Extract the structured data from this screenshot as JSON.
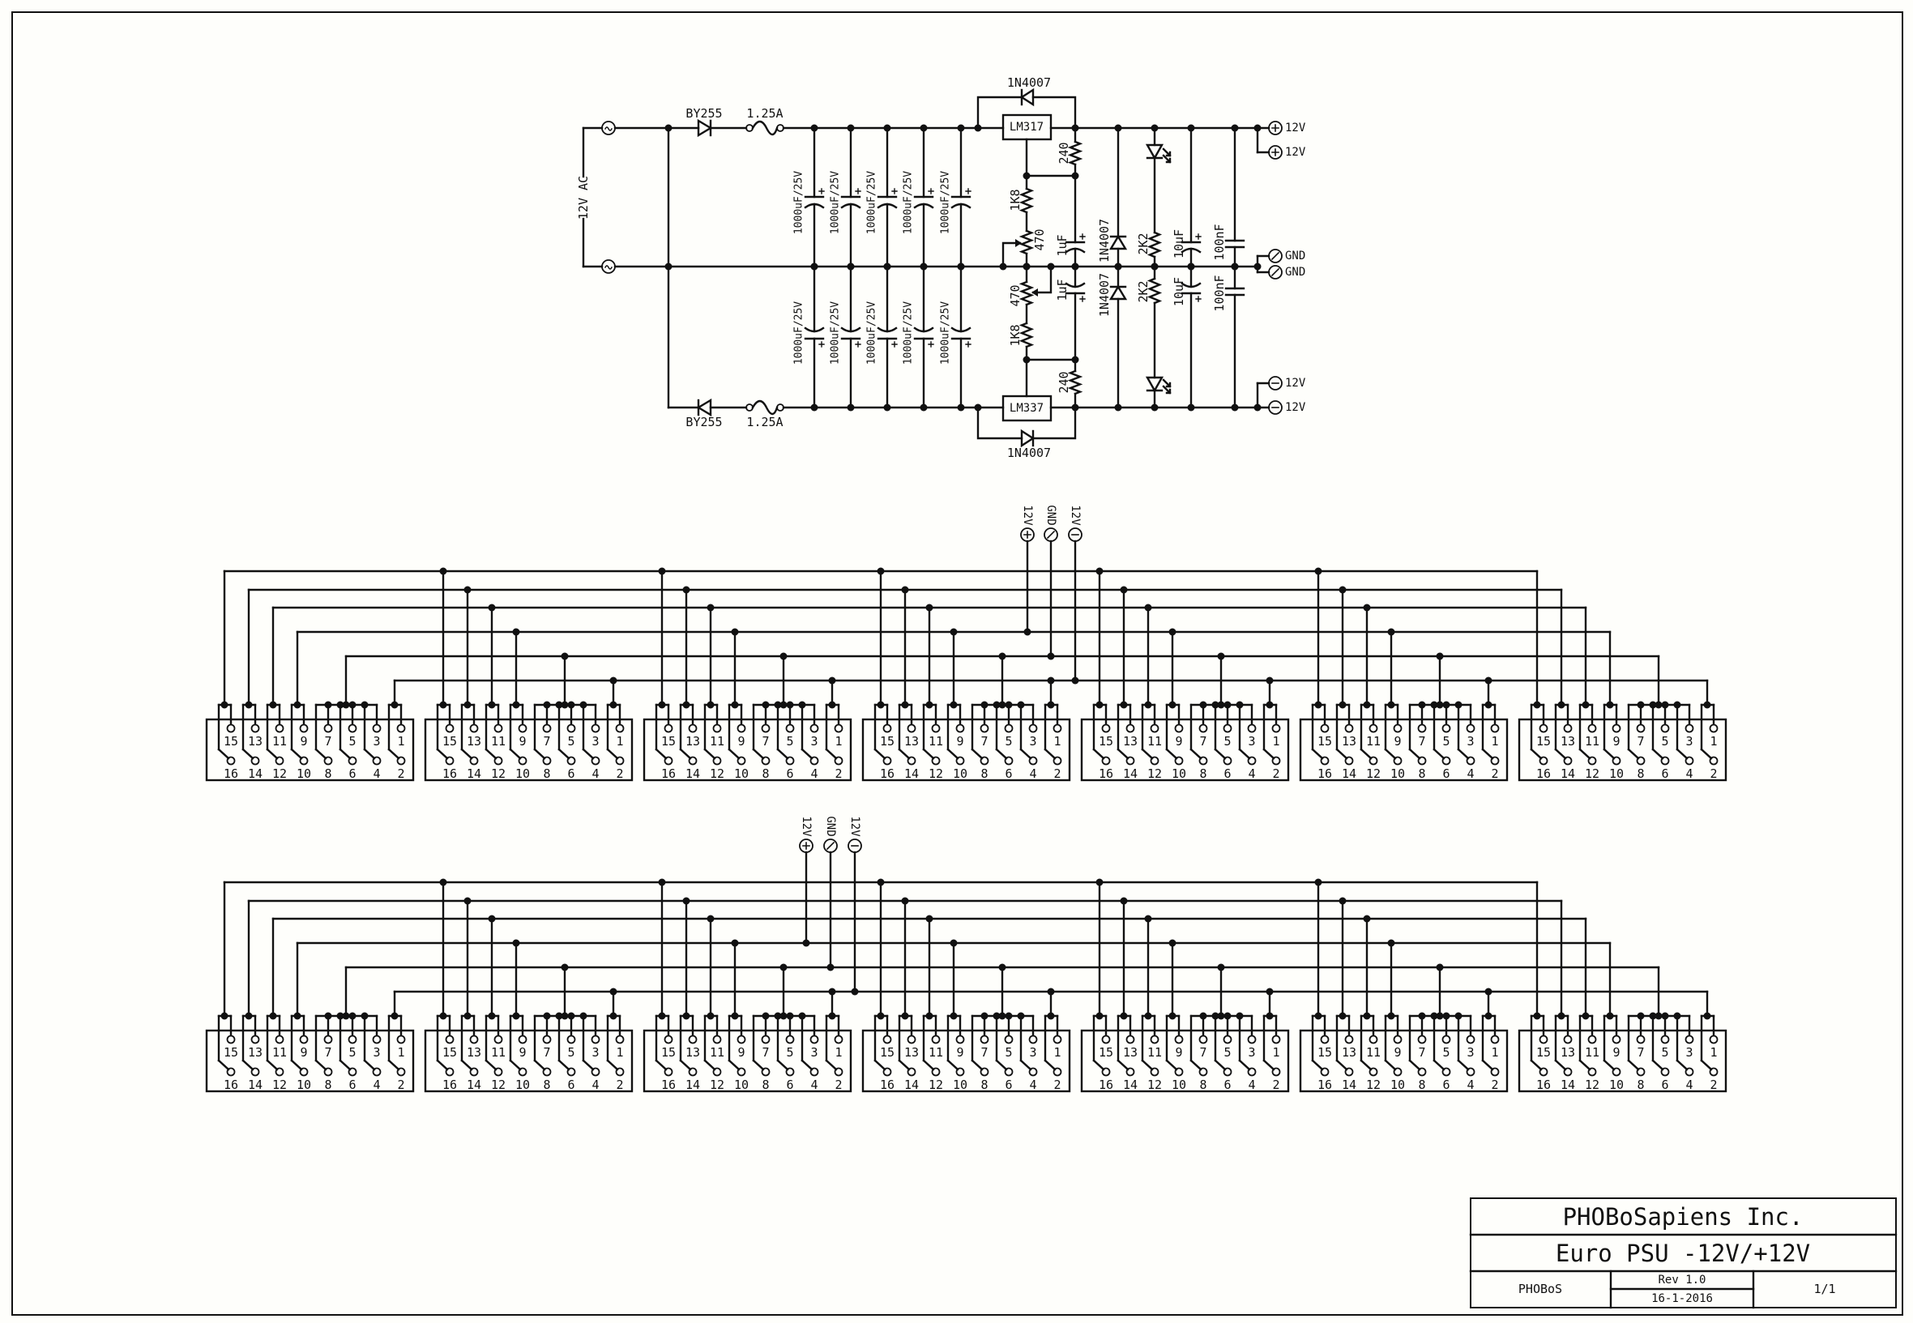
{
  "title_block": {
    "company": "PHOBoSapiens Inc.",
    "title": "Euro PSU -12V/+12V",
    "author": "PHOBoS",
    "revision": "Rev 1.0",
    "date": "16-1-2016",
    "sheet": "1/1"
  },
  "psu": {
    "ac_input": "12V AC",
    "rectifier_diode": "BY255",
    "fuse": "1.25A",
    "filter_cap": "1000uF/25V",
    "pos_regulator": "LM317",
    "neg_regulator": "LM337",
    "protection_diode": "1N4007",
    "set_resistor": "240",
    "divider_resistor": "1K8",
    "trimmer": "470",
    "adj_cap": "1uF",
    "clamp_diode": "1N4007",
    "led_resistor": "2K2",
    "output_cap": "10uF",
    "decoupling_cap": "100nF",
    "outputs": [
      "12V",
      "12V",
      "GND",
      "GND",
      "12V",
      "12V"
    ]
  },
  "bus": {
    "taps": [
      "12V",
      "GND",
      "12V"
    ],
    "odd_pins": [
      "15",
      "13",
      "11",
      "9",
      "7",
      "5",
      "3",
      "1"
    ],
    "even_pins": [
      "16",
      "14",
      "12",
      "10",
      "8",
      "6",
      "4",
      "2"
    ],
    "rows": 2,
    "connectors_per_row": 7
  }
}
